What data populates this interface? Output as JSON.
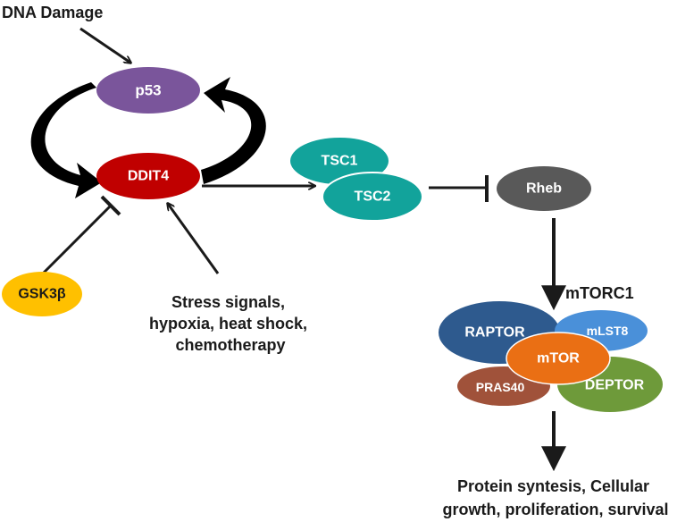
{
  "labels": {
    "dna_damage": "DNA Damage",
    "stress_lines": [
      "Stress signals,",
      "hypoxia, heat shock,",
      "chemotherapy"
    ],
    "mtorc1": "mTORC1",
    "outcome_lines": [
      "Protein syntesis, Cellular",
      "growth, proliferation, survival"
    ]
  },
  "nodes": {
    "p53": "p53",
    "ddit4": "DDIT4",
    "gsk3b": "GSK3β",
    "tsc1": "TSC1",
    "tsc2": "TSC2",
    "rheb": "Rheb",
    "raptor": "RAPTOR",
    "mlst8": "mLST8",
    "mtor": "mTOR",
    "pras40": "PRAS40",
    "deptor": "DEPTOR"
  },
  "colors": {
    "p53": "#7a559b",
    "ddit4": "#c00000",
    "gsk3b": "#ffc000",
    "tsc": "#12a39b",
    "rheb": "#595959",
    "raptor": "#2e5a8e",
    "mlst8": "#4a90d9",
    "mtor": "#ea6f14",
    "pras40": "#a0523a",
    "deptor": "#6e9a3a"
  }
}
